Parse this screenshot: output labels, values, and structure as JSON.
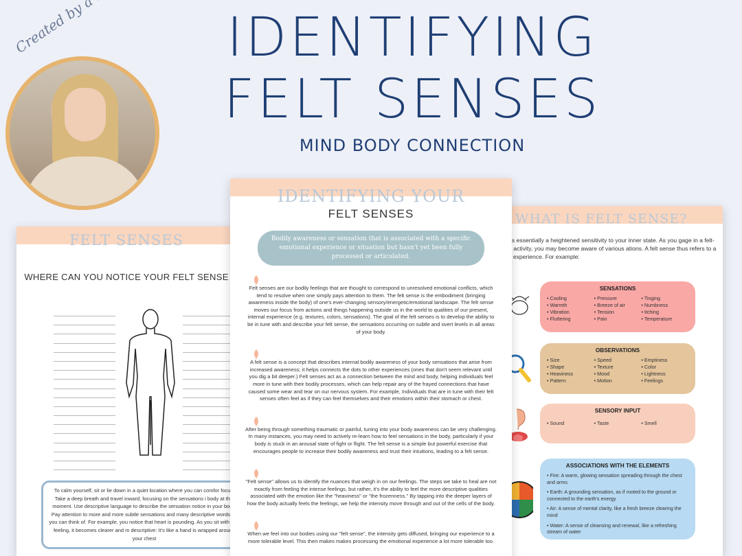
{
  "hero": {
    "title_line1": "IDENTIFYING",
    "title_line2": "FELT SENSES",
    "subtitle": "MIND BODY CONNECTION",
    "badge_text": "Created by a therapist"
  },
  "left_page": {
    "ghost_title": "FELT SENSES",
    "question": "WHERE CAN YOU NOTICE YOUR FELT SENSE",
    "calm_text": "To calm yourself, sit or lie down in a quiet location where you can comfor focus. Take a deep breath and travel inward, focusing on the sensations i body at this moment. Use descriptive language to describe the sensation notice in your body. Pay attention to more and more subtle sensations and many descriptive words as you can think of. For example, you notice that heart is pounding. As you sit with that feeling, it becomes clearer and m descriptive: It's like a hand is wrapped around your chest"
  },
  "center_page": {
    "ghost_title": "IDENTIFYING YOUR",
    "title": "FELT SENSES",
    "definition": "Bodily awareness or sensation that is associated with a specific emotional experience or situation but hasn't yet been fully processed or articulated.",
    "paragraphs": [
      "Felt senses are our bodily feelings that are thought to correspond to unresolved emotional conflicts, which tend to resolve when one simply pays attention to them. The felt sense is the embodiment (bringing awareness inside the body) of one's ever-changing sensory/energetic/emotional landscape. The felt sense moves our focus from actions and things happening outside us in the world to qualities of our present, internal experience (e.g. textures, colors, sensations). The goal of the felt senses is to develop the ability to be in tune with and describe your felt sense, the sensations occurring on subtle and overt levels in all areas of your body.",
      "A felt sense is a concept that describes internal bodily awareness of your body sensations that arise from increased awareness; it helps connects the dots to other experiences (ones that don't seem relevant until you dig a bit deeper.) Felt senses act as a connection between the mind and body, helping individuals feel more in tune with their bodily processes, which can help repair any of the frayed connections that have caused some wear and tear on our nervous system. For example, Individuals that are in tune with their felt senses often feel as if they can feel themselves and their emotions within their stomach or chest.",
      "After being through something traumatic or painful, tuning into your body awareness can be very challenging. In many instances, you may need to actively re-learn how to feel sensations in the body, particularly if your body is stuck in an arousal state of fight or flight. The felt sense is a simple but powerful exercise that encourages people to increase their bodily awareness and trust their intuitions, leading to a felt sense.",
      "\"Felt sense\" allows us to identify the nuances that weigh in on our feelings. The steps we take to heal are not exactly from feeling the intense feelings, but rather, it's the ability to feel the more descriptive qualities associated with the emotion like the \"heaviness\" or \"the frozenness.\" By tapping into the deeper layers of how the body actually feels the feelings, we help the intensity move through and out of the cells of the body.",
      "When we feel into our bodies using our \"felt sense\", the intensity gets diffused, bringing our experience to a more tolerable level. This then makes makes processing the emotional experience a lot more tolerable too."
    ]
  },
  "right_page": {
    "ghost_title": "WHAT IS FELT SENSE?",
    "intro": "ense is essentially a heightened sensitivity to your inner state. As you gage in a felt-sense activity, you may become aware of various ations. A felt sense thus refers to a bodily experience. For example:",
    "sensations": {
      "title": "SENSATIONS",
      "items": [
        "Cooling",
        "Pressure",
        "Tinging",
        "Warmth",
        "Breeze of air",
        "Numbness",
        "Vibration",
        "Tension",
        "Itching",
        "Fluttering",
        "Pain",
        "Temperature"
      ]
    },
    "observations": {
      "title": "OBSERVATIONS",
      "items": [
        "Size",
        "Speed",
        "Emptiness",
        "Shape",
        "Texture",
        "Color",
        "Heaviness",
        "Mood",
        "Lightness",
        "Pattern",
        "Motion",
        "Feelings"
      ]
    },
    "sensory_input": {
      "title": "SENSORY INPUT",
      "items": [
        "Sound",
        "Taste",
        "Smell"
      ]
    },
    "elements": {
      "title": "ASSOCIATIONS WITH THE ELEMENTS",
      "items": [
        "Fire: A warm, glowing sensation spreading through the chest and arms",
        "Earth: A grounding sensation, as if rooted to the ground or connected to the earth's energy",
        "Air: A sense of mental clarity, like a fresh breeze clearing the mind",
        "Water: A sense of cleansing and renewal, like a refreshing stream of water"
      ]
    }
  },
  "colors": {
    "title_blue": "#1f3f74",
    "band_peach": "#fbd6bf",
    "pill_teal": "#a7c2c8",
    "sensations_pink": "#f9a8a6",
    "observations_tan": "#e4c59c",
    "sensory_peach": "#f8cfbc",
    "elements_blue": "#b8daf2",
    "badge_gold": "#e6b46f"
  }
}
